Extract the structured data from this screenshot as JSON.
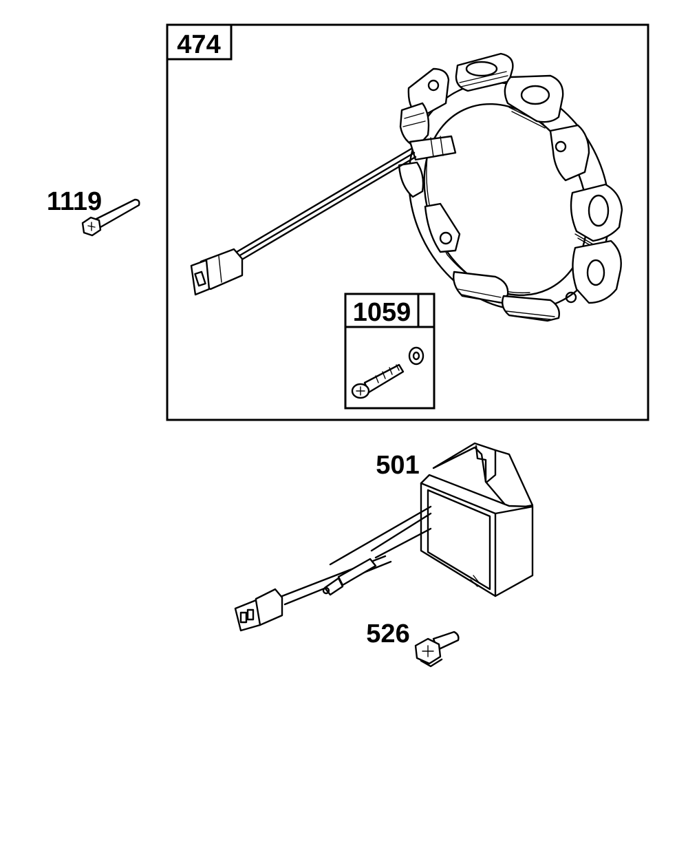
{
  "parts": {
    "stator": {
      "number": "474"
    },
    "screw_kit": {
      "number": "1059"
    },
    "bolt": {
      "number": "1119"
    },
    "regulator": {
      "number": "501"
    },
    "regulator_screw": {
      "number": "526"
    }
  }
}
